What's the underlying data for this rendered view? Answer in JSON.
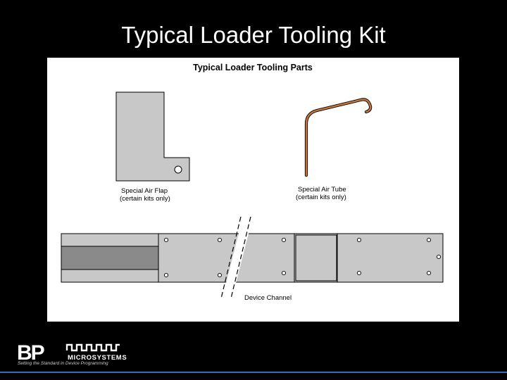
{
  "slide": {
    "title": "Typical Loader Tooling Kit"
  },
  "diagram": {
    "heading": "Typical Loader Tooling Parts",
    "air_flap": {
      "label_line1": "Special Air Flap",
      "label_line2": "(certain kits only)"
    },
    "air_tube": {
      "label_line1": "Special Air Tube",
      "label_line2": "(certain kits only)"
    },
    "device_channel": {
      "label": "Device Channel"
    }
  },
  "footer": {
    "logo_letters": "BP",
    "logo_name": "MICROSYSTEMS",
    "tagline": "Setting the Standard in Device Programming"
  },
  "colors": {
    "background": "#000000",
    "title_text": "#ffffff",
    "part_fill": "#c8c8c8",
    "channel_dark": "#8a8a8a",
    "air_tube": "#c8773a",
    "accent_line": "#2f6fb6"
  }
}
